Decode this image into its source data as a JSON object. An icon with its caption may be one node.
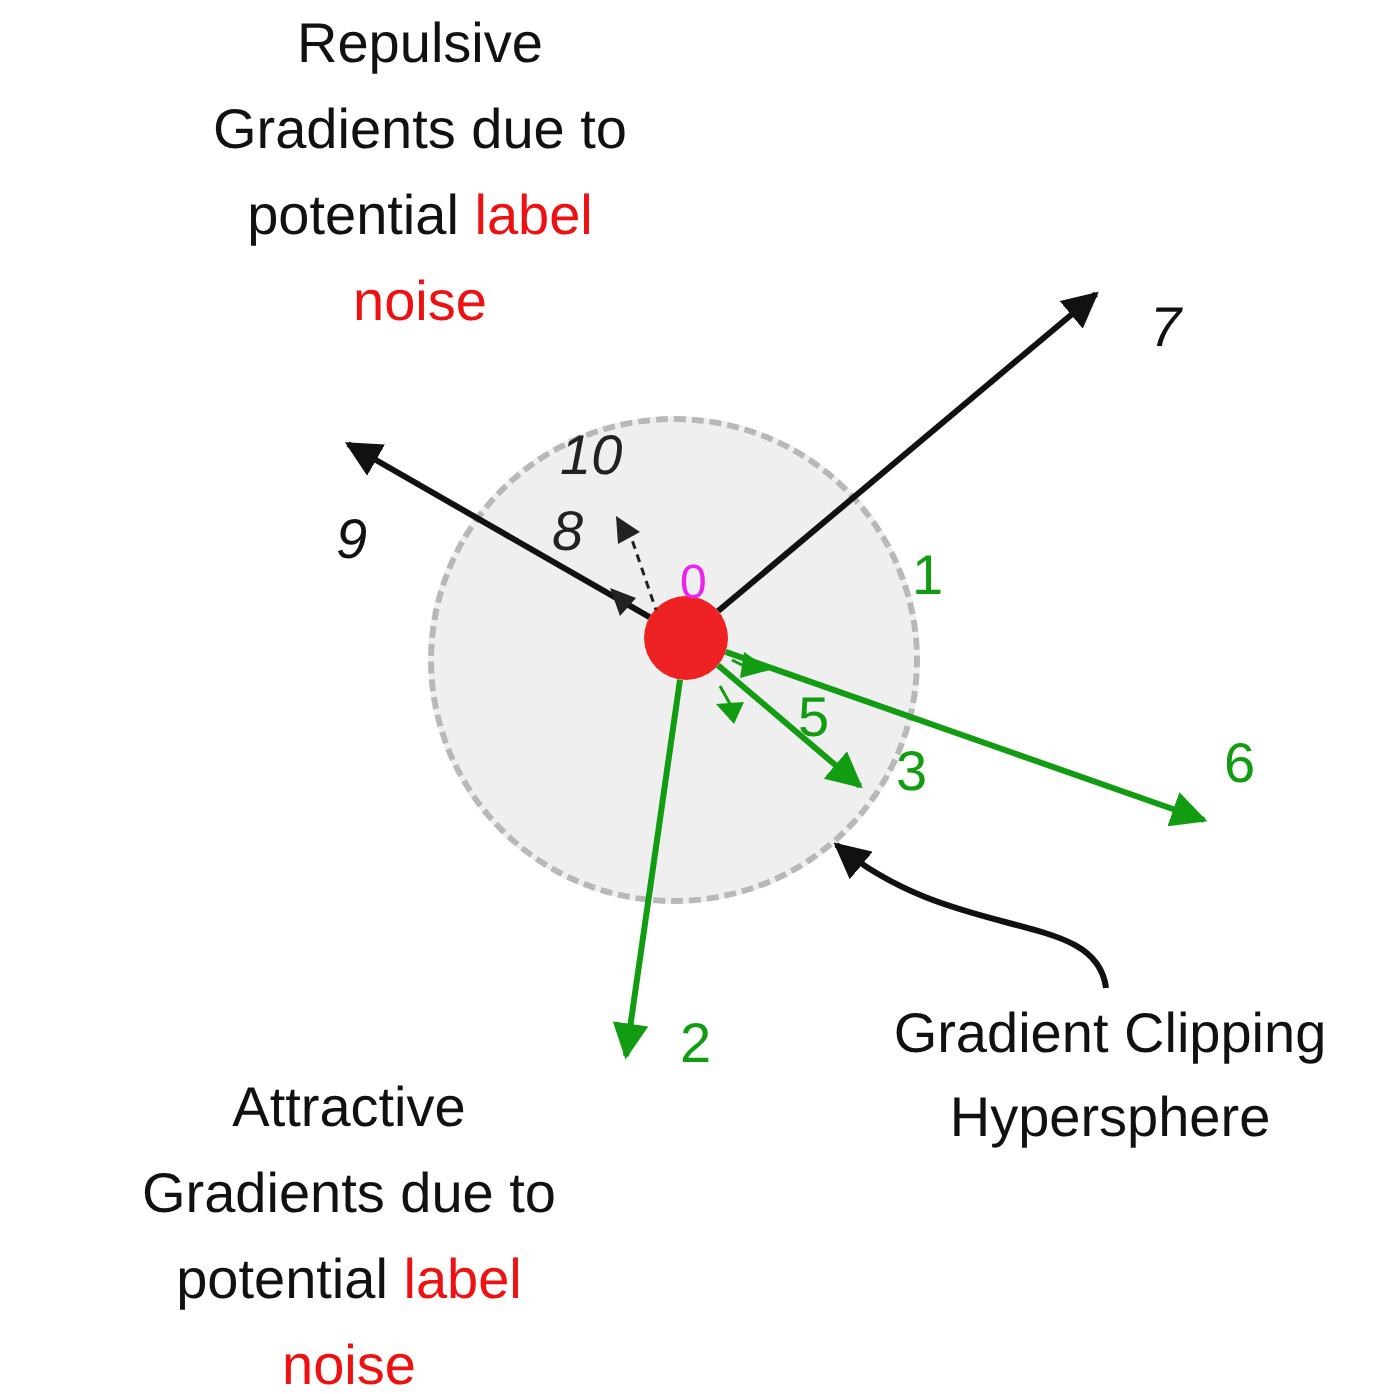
{
  "diagram": {
    "nodes": [
      {
        "text": [],
        "shape": "circle"
      },
      {
        "text": [],
        "shape": "circle",
        "in": 0,
        "beside": [
          "0"
        ]
      },
      {
        "text": [
          "Gradient Clipping Hypersphere"
        ]
      }
    ],
    "edges": [
      {
        "from": 2,
        "to": 0,
        "arrow": "to"
      },
      {
        "from": 1,
        "to": null,
        "arrow": "to"
      },
      {
        "from": 1,
        "to": null,
        "arrow": "to"
      },
      {
        "from": 1,
        "to": null,
        "arrow": "to",
        "color": "#129c12"
      },
      {
        "from": 1,
        "to": null,
        "arrow": "to",
        "color": "#129c12"
      },
      {
        "from": 1,
        "to": null,
        "arrow": "to",
        "color": "#129c12"
      }
    ],
    "labels": [
      "Repulsive Gradients due to potential",
      "label noise",
      "7",
      "10",
      "8",
      "9",
      "1",
      "5",
      "3",
      "6",
      "2",
      "Attractive Gradients due to potential",
      "label noise"
    ]
  }
}
